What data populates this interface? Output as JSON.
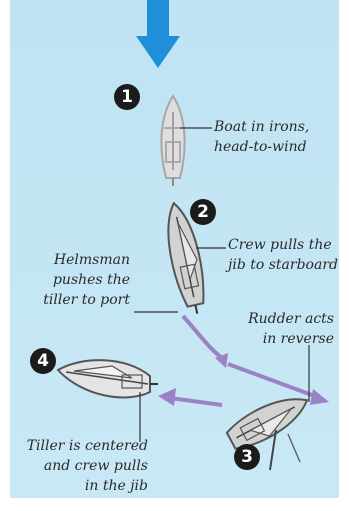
{
  "colors": {
    "background": "#c6e7f5",
    "wind_arrow": "#1e8fd8",
    "path_arrow": "#9a82c4",
    "badge": "#1b1b1b"
  },
  "steps": [
    {
      "number": "1",
      "caption": "Boat in irons,\nhead-to-wind"
    },
    {
      "number": "2",
      "caption": "Crew pulls the\njib to starboard",
      "caption2": "Helmsman\npushes the\ntiller to port"
    },
    {
      "number": "3",
      "caption": "Rudder acts\nin reverse"
    },
    {
      "number": "4",
      "caption": "Tiller is centered\nand crew pulls\nin the jib"
    }
  ],
  "icons": {
    "wind": "wind-arrow-icon"
  }
}
